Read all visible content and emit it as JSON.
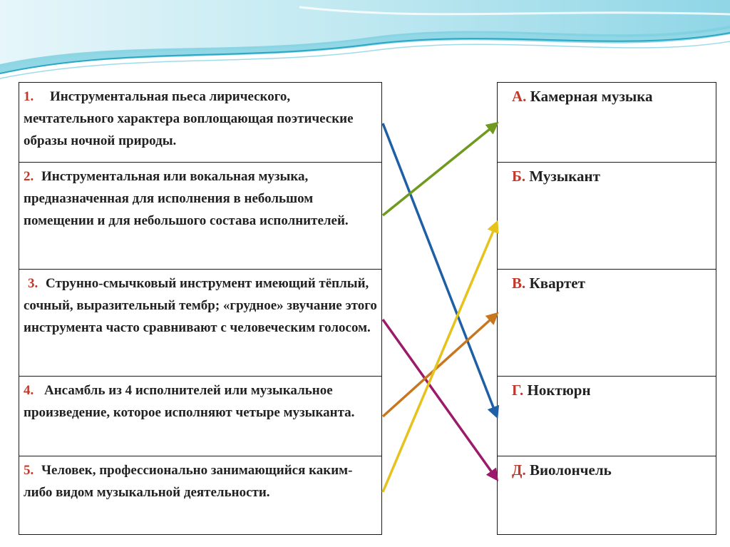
{
  "definitions": [
    {
      "num": "1.",
      "text": "Инструментальная пьеса лирического, мечтательного характера воплощающая поэтические образы ночной природы."
    },
    {
      "num": "2.",
      "text": "Инструментальная или вокальная музыка, предназначенная для исполнения в небольшом помещении и для небольшого состава исполнителей."
    },
    {
      "num": "3.",
      "text": "Струнно-смычковый инструмент имеющий тёплый, сочный, выразительный тембр; «грудное» звучание этого инструмента часто сравнивают с человеческим голосом."
    },
    {
      "num": "4.",
      "text": "Ансамбль из 4 исполнителей или музыкальное произведение, которое исполняют четыре музыканта."
    },
    {
      "num": "5.",
      "text": "Человек, профессионально занимающийся каким-либо видом музыкальной деятельности."
    }
  ],
  "terms": [
    {
      "letter": "А.",
      "text": "Камерная музыка"
    },
    {
      "letter": "Б.",
      "text": "Музыкант"
    },
    {
      "letter": "В.",
      "text": "Квартет"
    },
    {
      "letter": "Г.",
      "text": "Ноктюрн"
    },
    {
      "letter": "Д.",
      "text": "Виолончель"
    }
  ],
  "connections": [
    {
      "from": 0,
      "to": 3,
      "color": "#1f5fa6"
    },
    {
      "from": 1,
      "to": 0,
      "color": "#6f9a1f"
    },
    {
      "from": 2,
      "to": 4,
      "color": "#9b1b6a"
    },
    {
      "from": 3,
      "to": 2,
      "color": "#c8771e"
    },
    {
      "from": 4,
      "to": 1,
      "color": "#e6c21c"
    }
  ],
  "colors": {
    "number_red": "#c0392b",
    "border": "#1a1a1a",
    "wave_light": "#cdeef5",
    "wave_mid": "#7fd0e0",
    "wave_dark": "#2aa8c4"
  }
}
